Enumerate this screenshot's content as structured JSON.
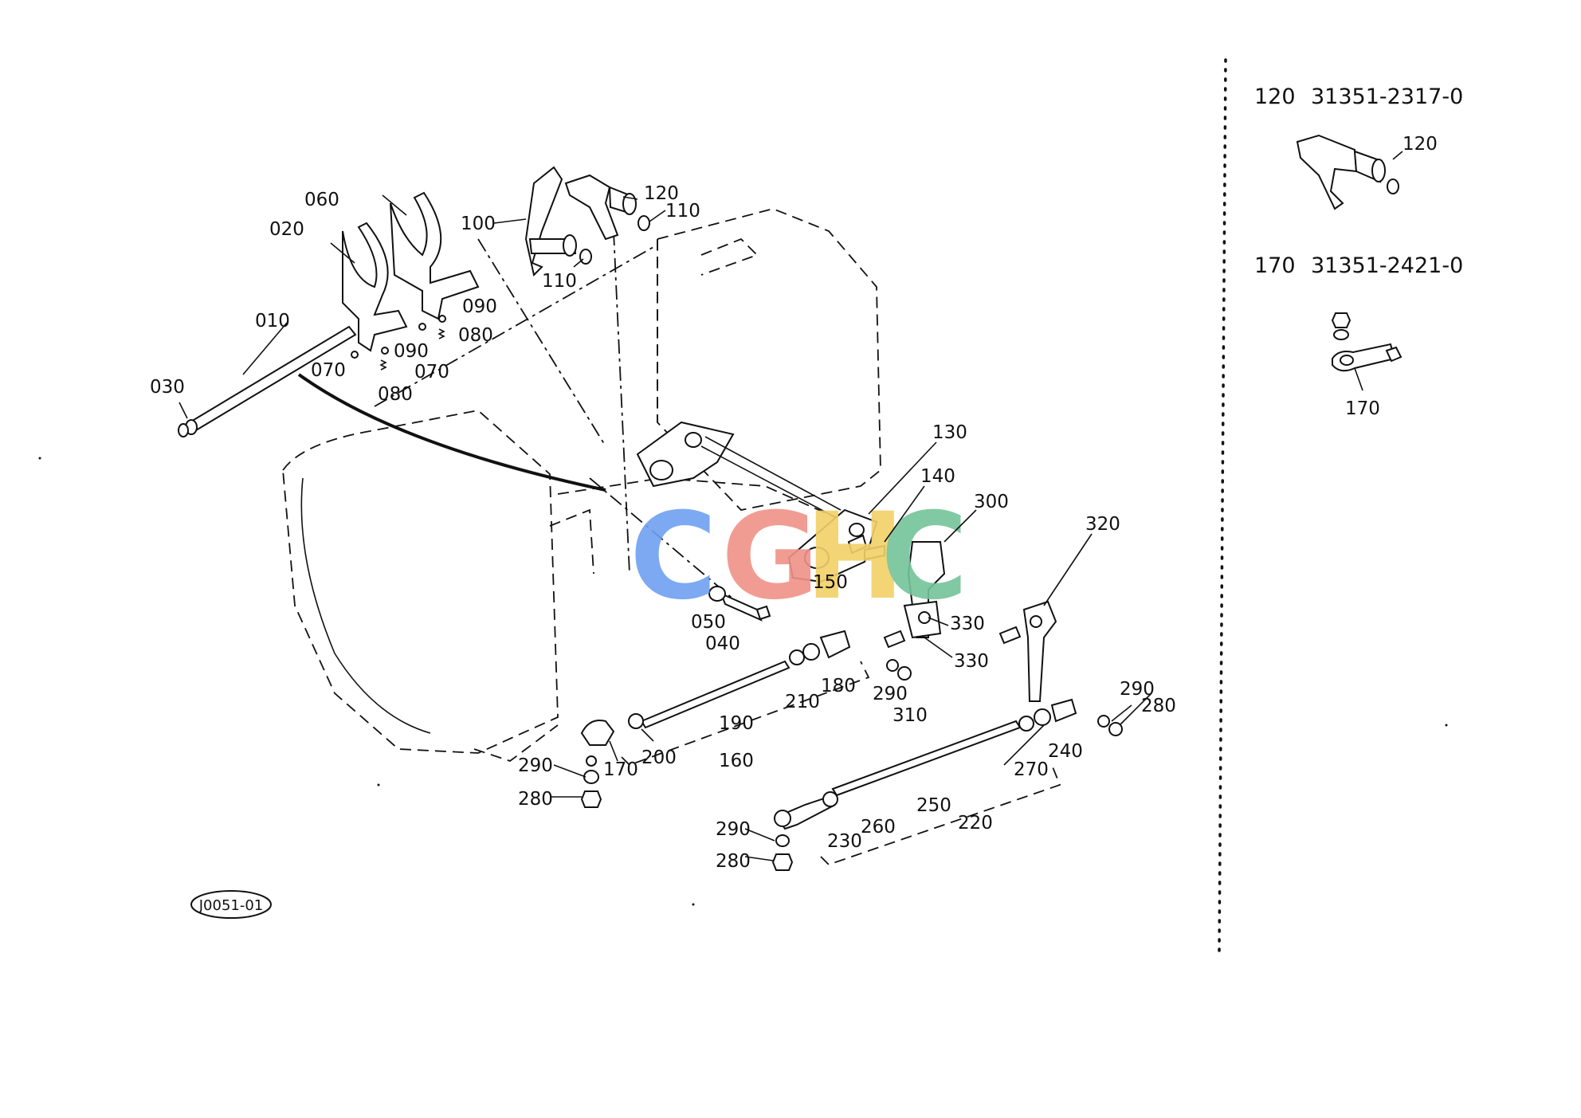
{
  "diagram_code": "J0051-01",
  "watermark": {
    "letters": [
      "C",
      "G",
      "H",
      "C"
    ],
    "colors": [
      "#6ea0f0",
      "#f09288",
      "#f2d168",
      "#74c49a"
    ]
  },
  "callouts": {
    "c010": "010",
    "c020": "020",
    "c030": "030",
    "c040": "040",
    "c050": "050",
    "c060": "060",
    "c070a": "070",
    "c070b": "070",
    "c080a": "080",
    "c080b": "080",
    "c090a": "090",
    "c090b": "090",
    "c100": "100",
    "c110a": "110",
    "c110b": "110",
    "c120": "120",
    "c130": "130",
    "c140": "140",
    "c150": "150",
    "c160": "160",
    "c170": "170",
    "c180": "180",
    "c190": "190",
    "c200": "200",
    "c210": "210",
    "c220": "220",
    "c230": "230",
    "c240": "240",
    "c250": "250",
    "c260": "260",
    "c270": "270",
    "c280a": "280",
    "c280b": "280",
    "c280c": "280",
    "c290a": "290",
    "c290b": "290",
    "c290c": "290",
    "c300": "300",
    "c310": "310",
    "c320": "320",
    "c330a": "330",
    "c330b": "330"
  },
  "side_panel": [
    {
      "ref": "120",
      "part_number": "31351-2317-0",
      "inset_label": "120"
    },
    {
      "ref": "170",
      "part_number": "31351-2421-0",
      "inset_label": "170"
    }
  ]
}
